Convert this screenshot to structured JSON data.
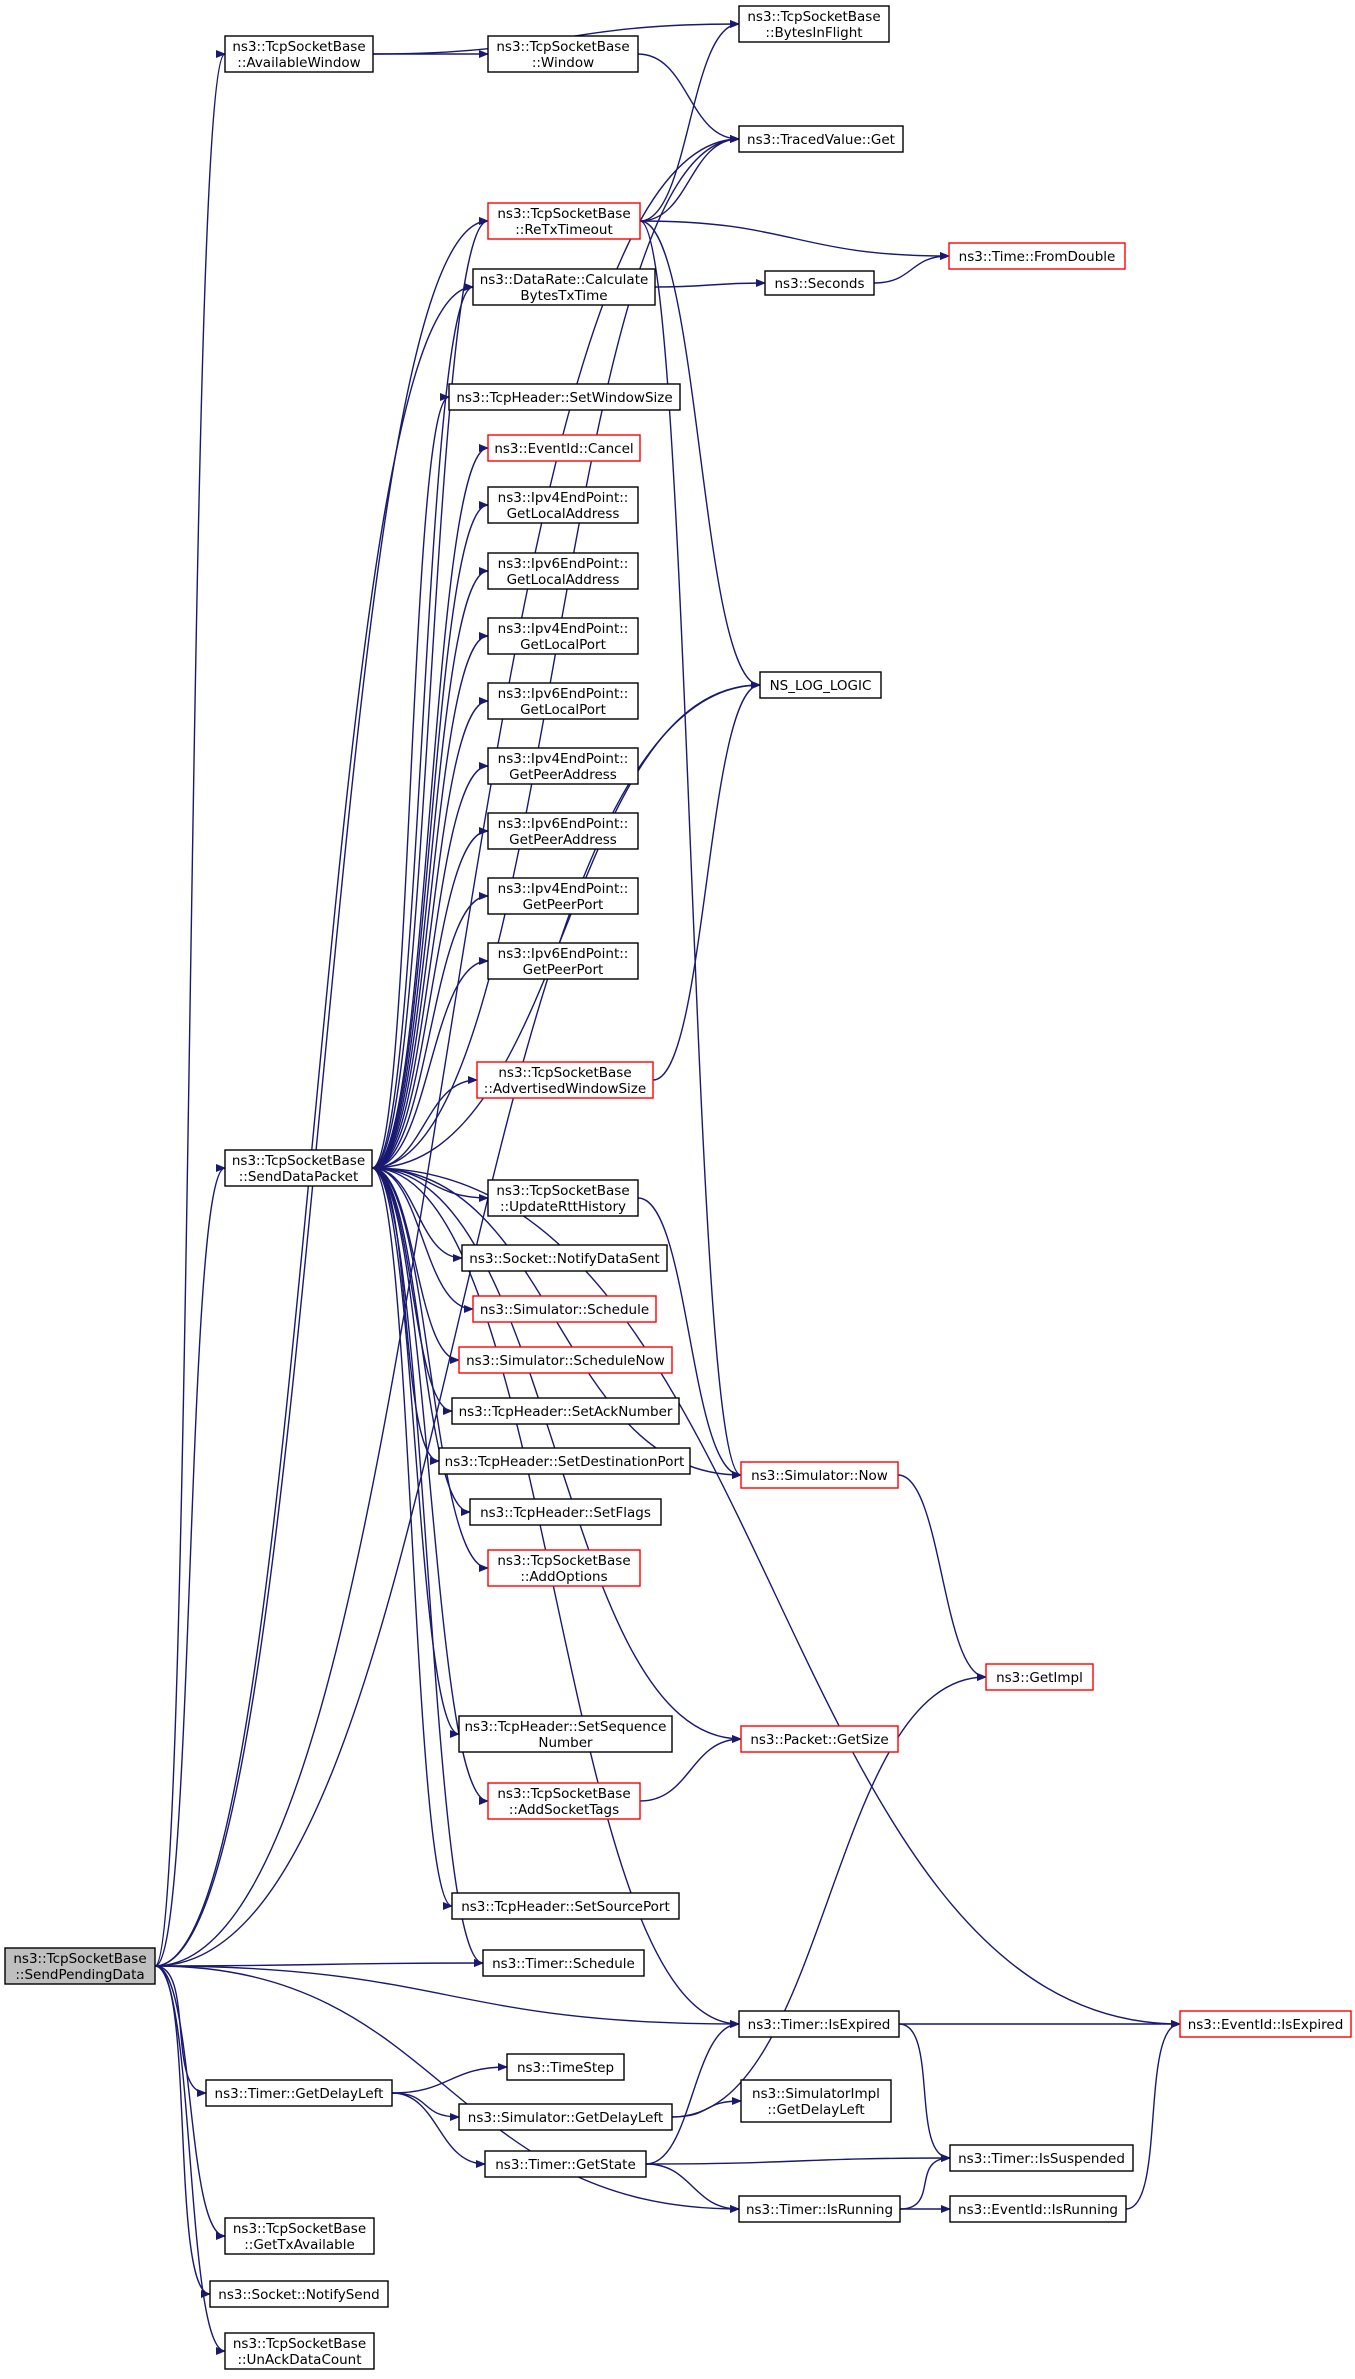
{
  "graph": {
    "edge_color": "#191970",
    "node_border_default": "#000000",
    "node_border_unexpanded": "#ff0000",
    "root_fill": "#bfbfbf",
    "nodes": [
      {
        "id": "SendPendingData",
        "lines": [
          "ns3::TcpSocketBase",
          "::SendPendingData"
        ],
        "style": "root"
      },
      {
        "id": "AvailableWindow",
        "lines": [
          "ns3::TcpSocketBase",
          "::AvailableWindow"
        ],
        "style": "normal"
      },
      {
        "id": "Window",
        "lines": [
          "ns3::TcpSocketBase",
          "::Window"
        ],
        "style": "normal"
      },
      {
        "id": "BytesInFlight",
        "lines": [
          "ns3::TcpSocketBase",
          "::BytesInFlight"
        ],
        "style": "normal"
      },
      {
        "id": "TracedValueGet",
        "lines": [
          "ns3::TracedValue::Get"
        ],
        "style": "normal"
      },
      {
        "id": "ReTxTimeout",
        "lines": [
          "ns3::TcpSocketBase",
          "::ReTxTimeout"
        ],
        "style": "red"
      },
      {
        "id": "FromDouble",
        "lines": [
          "ns3::Time::FromDouble"
        ],
        "style": "red"
      },
      {
        "id": "CalculateBytesTxTime",
        "lines": [
          "ns3::DataRate::Calculate",
          "BytesTxTime"
        ],
        "style": "normal"
      },
      {
        "id": "Seconds",
        "lines": [
          "ns3::Seconds"
        ],
        "style": "normal"
      },
      {
        "id": "SetWindowSize",
        "lines": [
          "ns3::TcpHeader::SetWindowSize"
        ],
        "style": "normal"
      },
      {
        "id": "EventIdCancel",
        "lines": [
          "ns3::EventId::Cancel"
        ],
        "style": "red"
      },
      {
        "id": "Ipv4GetLocalAddress",
        "lines": [
          "ns3::Ipv4EndPoint::",
          "GetLocalAddress"
        ],
        "style": "normal"
      },
      {
        "id": "Ipv6GetLocalAddress",
        "lines": [
          "ns3::Ipv6EndPoint::",
          "GetLocalAddress"
        ],
        "style": "normal"
      },
      {
        "id": "Ipv4GetLocalPort",
        "lines": [
          "ns3::Ipv4EndPoint::",
          "GetLocalPort"
        ],
        "style": "normal"
      },
      {
        "id": "NS_LOG_LOGIC",
        "lines": [
          "NS_LOG_LOGIC"
        ],
        "style": "normal"
      },
      {
        "id": "Ipv6GetLocalPort",
        "lines": [
          "ns3::Ipv6EndPoint::",
          "GetLocalPort"
        ],
        "style": "normal"
      },
      {
        "id": "Ipv4GetPeerAddress",
        "lines": [
          "ns3::Ipv4EndPoint::",
          "GetPeerAddress"
        ],
        "style": "normal"
      },
      {
        "id": "Ipv6GetPeerAddress",
        "lines": [
          "ns3::Ipv6EndPoint::",
          "GetPeerAddress"
        ],
        "style": "normal"
      },
      {
        "id": "Ipv4GetPeerPort",
        "lines": [
          "ns3::Ipv4EndPoint::",
          "GetPeerPort"
        ],
        "style": "normal"
      },
      {
        "id": "Ipv6GetPeerPort",
        "lines": [
          "ns3::Ipv6EndPoint::",
          "GetPeerPort"
        ],
        "style": "normal"
      },
      {
        "id": "AdvertisedWindowSize",
        "lines": [
          "ns3::TcpSocketBase",
          "::AdvertisedWindowSize"
        ],
        "style": "red"
      },
      {
        "id": "SendDataPacket",
        "lines": [
          "ns3::TcpSocketBase",
          "::SendDataPacket"
        ],
        "style": "normal"
      },
      {
        "id": "UpdateRttHistory",
        "lines": [
          "ns3::TcpSocketBase",
          "::UpdateRttHistory"
        ],
        "style": "normal"
      },
      {
        "id": "NotifyDataSent",
        "lines": [
          "ns3::Socket::NotifyDataSent"
        ],
        "style": "normal"
      },
      {
        "id": "SimulatorSchedule",
        "lines": [
          "ns3::Simulator::Schedule"
        ],
        "style": "red"
      },
      {
        "id": "ScheduleNow",
        "lines": [
          "ns3::Simulator::ScheduleNow"
        ],
        "style": "red"
      },
      {
        "id": "SetAckNumber",
        "lines": [
          "ns3::TcpHeader::SetAckNumber"
        ],
        "style": "normal"
      },
      {
        "id": "SetDestinationPort",
        "lines": [
          "ns3::TcpHeader::SetDestinationPort"
        ],
        "style": "normal"
      },
      {
        "id": "SimulatorNow",
        "lines": [
          "ns3::Simulator::Now"
        ],
        "style": "red"
      },
      {
        "id": "SetFlags",
        "lines": [
          "ns3::TcpHeader::SetFlags"
        ],
        "style": "normal"
      },
      {
        "id": "AddOptions",
        "lines": [
          "ns3::TcpSocketBase",
          "::AddOptions"
        ],
        "style": "red"
      },
      {
        "id": "GetImpl",
        "lines": [
          "ns3::GetImpl"
        ],
        "style": "red"
      },
      {
        "id": "SetSequenceNumber",
        "lines": [
          "ns3::TcpHeader::SetSequence",
          "Number"
        ],
        "style": "normal"
      },
      {
        "id": "PacketGetSize",
        "lines": [
          "ns3::Packet::GetSize"
        ],
        "style": "red"
      },
      {
        "id": "AddSocketTags",
        "lines": [
          "ns3::TcpSocketBase",
          "::AddSocketTags"
        ],
        "style": "red"
      },
      {
        "id": "SetSourcePort",
        "lines": [
          "ns3::TcpHeader::SetSourcePort"
        ],
        "style": "normal"
      },
      {
        "id": "TimerSchedule",
        "lines": [
          "ns3::Timer::Schedule"
        ],
        "style": "normal"
      },
      {
        "id": "TimerIsExpired",
        "lines": [
          "ns3::Timer::IsExpired"
        ],
        "style": "normal"
      },
      {
        "id": "EventIdIsExpired",
        "lines": [
          "ns3::EventId::IsExpired"
        ],
        "style": "red"
      },
      {
        "id": "TimeStep",
        "lines": [
          "ns3::TimeStep"
        ],
        "style": "normal"
      },
      {
        "id": "TimerGetDelayLeft",
        "lines": [
          "ns3::Timer::GetDelayLeft"
        ],
        "style": "normal"
      },
      {
        "id": "SimulatorGetDelayLeft",
        "lines": [
          "ns3::Simulator::GetDelayLeft"
        ],
        "style": "normal"
      },
      {
        "id": "SimulatorImplGetDelayLeft",
        "lines": [
          "ns3::SimulatorImpl",
          "::GetDelayLeft"
        ],
        "style": "normal"
      },
      {
        "id": "TimerGetState",
        "lines": [
          "ns3::Timer::GetState"
        ],
        "style": "normal"
      },
      {
        "id": "TimerIsSuspended",
        "lines": [
          "ns3::Timer::IsSuspended"
        ],
        "style": "normal"
      },
      {
        "id": "TimerIsRunning",
        "lines": [
          "ns3::Timer::IsRunning"
        ],
        "style": "normal"
      },
      {
        "id": "EventIdIsRunning",
        "lines": [
          "ns3::EventId::IsRunning"
        ],
        "style": "normal"
      },
      {
        "id": "GetTxAvailable",
        "lines": [
          "ns3::TcpSocketBase",
          "::GetTxAvailable"
        ],
        "style": "normal"
      },
      {
        "id": "NotifySend",
        "lines": [
          "ns3::Socket::NotifySend"
        ],
        "style": "normal"
      },
      {
        "id": "UnAckDataCount",
        "lines": [
          "ns3::TcpSocketBase",
          "::UnAckDataCount"
        ],
        "style": "normal"
      }
    ],
    "edges": [
      [
        "SendPendingData",
        "AvailableWindow"
      ],
      [
        "SendPendingData",
        "TracedValueGet"
      ],
      [
        "SendPendingData",
        "ReTxTimeout"
      ],
      [
        "SendPendingData",
        "CalculateBytesTxTime"
      ],
      [
        "SendPendingData",
        "NS_LOG_LOGIC"
      ],
      [
        "SendPendingData",
        "SendDataPacket"
      ],
      [
        "SendPendingData",
        "TimerSchedule"
      ],
      [
        "SendPendingData",
        "TimerIsExpired"
      ],
      [
        "SendPendingData",
        "TimerGetDelayLeft"
      ],
      [
        "SendPendingData",
        "TimerIsRunning"
      ],
      [
        "SendPendingData",
        "GetTxAvailable"
      ],
      [
        "SendPendingData",
        "NotifySend"
      ],
      [
        "SendPendingData",
        "UnAckDataCount"
      ],
      [
        "AvailableWindow",
        "BytesInFlight"
      ],
      [
        "AvailableWindow",
        "Window"
      ],
      [
        "Window",
        "TracedValueGet"
      ],
      [
        "ReTxTimeout",
        "BytesInFlight"
      ],
      [
        "ReTxTimeout",
        "TracedValueGet"
      ],
      [
        "ReTxTimeout",
        "FromDouble"
      ],
      [
        "ReTxTimeout",
        "NS_LOG_LOGIC"
      ],
      [
        "ReTxTimeout",
        "SimulatorNow"
      ],
      [
        "CalculateBytesTxTime",
        "Seconds"
      ],
      [
        "Seconds",
        "FromDouble"
      ],
      [
        "SendDataPacket",
        "TracedValueGet"
      ],
      [
        "SendDataPacket",
        "ReTxTimeout"
      ],
      [
        "SendDataPacket",
        "CalculateBytesTxTime"
      ],
      [
        "SendDataPacket",
        "SetWindowSize"
      ],
      [
        "SendDataPacket",
        "EventIdCancel"
      ],
      [
        "SendDataPacket",
        "Ipv4GetLocalAddress"
      ],
      [
        "SendDataPacket",
        "Ipv6GetLocalAddress"
      ],
      [
        "SendDataPacket",
        "Ipv4GetLocalPort"
      ],
      [
        "SendDataPacket",
        "Ipv6GetLocalPort"
      ],
      [
        "SendDataPacket",
        "Ipv4GetPeerAddress"
      ],
      [
        "SendDataPacket",
        "Ipv6GetPeerAddress"
      ],
      [
        "SendDataPacket",
        "Ipv4GetPeerPort"
      ],
      [
        "SendDataPacket",
        "Ipv6GetPeerPort"
      ],
      [
        "SendDataPacket",
        "NS_LOG_LOGIC"
      ],
      [
        "SendDataPacket",
        "AdvertisedWindowSize"
      ],
      [
        "SendDataPacket",
        "EventIdIsExpired"
      ],
      [
        "SendDataPacket",
        "UpdateRttHistory"
      ],
      [
        "SendDataPacket",
        "NotifyDataSent"
      ],
      [
        "SendDataPacket",
        "SimulatorSchedule"
      ],
      [
        "SendDataPacket",
        "ScheduleNow"
      ],
      [
        "SendDataPacket",
        "SetAckNumber"
      ],
      [
        "SendDataPacket",
        "SetDestinationPort"
      ],
      [
        "SendDataPacket",
        "SetFlags"
      ],
      [
        "SendDataPacket",
        "AddOptions"
      ],
      [
        "SendDataPacket",
        "SimulatorNow"
      ],
      [
        "SendDataPacket",
        "SetSequenceNumber"
      ],
      [
        "SendDataPacket",
        "PacketGetSize"
      ],
      [
        "SendDataPacket",
        "AddSocketTags"
      ],
      [
        "SendDataPacket",
        "TimerIsExpired"
      ],
      [
        "SendDataPacket",
        "SetSourcePort"
      ],
      [
        "SendDataPacket",
        "TimerSchedule"
      ],
      [
        "AdvertisedWindowSize",
        "NS_LOG_LOGIC"
      ],
      [
        "UpdateRttHistory",
        "SimulatorNow"
      ],
      [
        "SimulatorNow",
        "GetImpl"
      ],
      [
        "AddSocketTags",
        "PacketGetSize"
      ],
      [
        "TimerIsExpired",
        "EventIdIsExpired"
      ],
      [
        "TimerIsExpired",
        "TimerIsSuspended"
      ],
      [
        "TimerGetDelayLeft",
        "TimeStep"
      ],
      [
        "TimerGetDelayLeft",
        "SimulatorGetDelayLeft"
      ],
      [
        "TimerGetDelayLeft",
        "TimerGetState"
      ],
      [
        "SimulatorGetDelayLeft",
        "GetImpl"
      ],
      [
        "SimulatorGetDelayLeft",
        "SimulatorImplGetDelayLeft"
      ],
      [
        "TimerGetState",
        "TimerIsExpired"
      ],
      [
        "TimerGetState",
        "TimerIsSuspended"
      ],
      [
        "TimerGetState",
        "TimerIsRunning"
      ],
      [
        "TimerIsRunning",
        "TimerIsSuspended"
      ],
      [
        "TimerIsRunning",
        "EventIdIsRunning"
      ],
      [
        "EventIdIsRunning",
        "EventIdIsExpired"
      ]
    ]
  }
}
